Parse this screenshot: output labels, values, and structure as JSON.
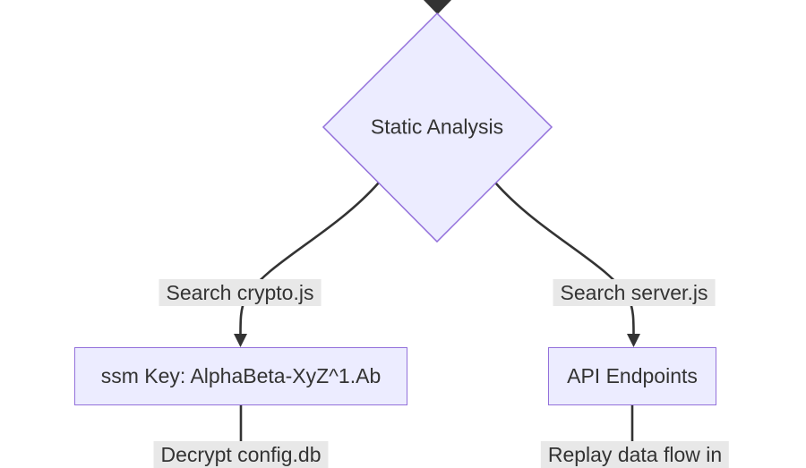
{
  "colors": {
    "background": "#ffffff",
    "node_fill": "#ececff",
    "node_border": "#9370db",
    "edge": "#333333",
    "edge_label_bg": "#e8e8e8",
    "text": "#333333"
  },
  "flowchart": {
    "decision": {
      "label": "Static Analysis"
    },
    "left_branch": {
      "edge_label": "Search crypto.js",
      "node_label": "ssm Key: AlphaBeta-XyZ^1.Ab",
      "next_edge_label": "Decrypt config.db"
    },
    "right_branch": {
      "edge_label": "Search server.js",
      "node_label": "API Endpoints",
      "next_edge_label": "Replay data flow in"
    }
  }
}
